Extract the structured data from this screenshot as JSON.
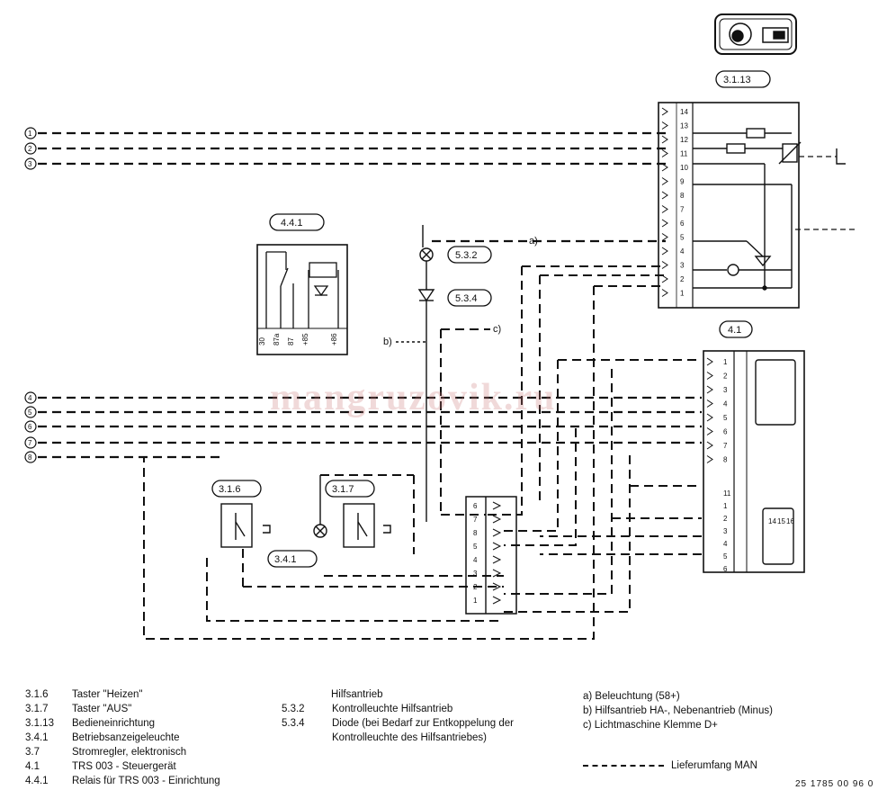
{
  "blocks": {
    "b3113": "3.1.13",
    "b441": "4.4.1",
    "b532": "5.3.2",
    "b534": "5.3.4",
    "b41": "4.1",
    "b316": "3.1.6",
    "b317": "3.1.7",
    "b341": "3.4.1"
  },
  "wires": [
    "1",
    "2",
    "3",
    "4",
    "5",
    "6",
    "7",
    "8"
  ],
  "terminals_3113": [
    "14",
    "13",
    "12",
    "11",
    "10",
    "9",
    "8",
    "7",
    "6",
    "5",
    "4",
    "3",
    "2",
    "1"
  ],
  "relay_pins": [
    "30",
    "87a",
    "87",
    "+85",
    "+86"
  ],
  "t41_top": [
    "1",
    "2",
    "3",
    "4",
    "5",
    "6",
    "7",
    "8"
  ],
  "t41_bottom": [
    "11",
    "1",
    "2",
    "3",
    "4",
    "5",
    "6"
  ],
  "t41_bottom_r": [
    "14",
    "15",
    "16"
  ],
  "term_strip": [
    "6",
    "7",
    "8",
    "5",
    "4",
    "3",
    "2",
    "1"
  ],
  "side_refs": {
    "a": "a)",
    "b": "b)",
    "c": "c)"
  },
  "legend_left": [
    {
      "code": "3.1.6",
      "text": "Taster \"Heizen\""
    },
    {
      "code": "3.1.7",
      "text": "Taster \"AUS\""
    },
    {
      "code": "3.1.13",
      "text": "Bedieneinrichtung"
    },
    {
      "code": "3.4.1",
      "text": "Betriebsanzeigeleuchte"
    },
    {
      "code": "3.7",
      "text": "Stromregler, elektronisch"
    },
    {
      "code": "4.1",
      "text": "TRS 003 - Steuergerät"
    },
    {
      "code": "4.4.1",
      "text": "Relais für TRS 003 - Einrichtung"
    }
  ],
  "legend_mid_title": "Hilfsantrieb",
  "legend_mid": [
    {
      "code": "5.3.2",
      "text": "Kontrolleuchte Hilfsantrieb"
    },
    {
      "code": "5.3.4",
      "text": "Diode (bei Bedarf zur Entkoppelung der"
    },
    {
      "code": "",
      "text": "Kontrolleuchte des Hilfsantriebes)"
    }
  ],
  "legend_right": [
    "a) Beleuchtung  (58+)",
    "b) Hilfsantrieb HA-, Nebenantrieb (Minus)",
    "c) Lichtmaschine Klemme D+"
  ],
  "supply_label": "Lieferumfang MAN",
  "doc_number": "25 1785 00 96 0",
  "watermark": "mangruzovik.ru"
}
